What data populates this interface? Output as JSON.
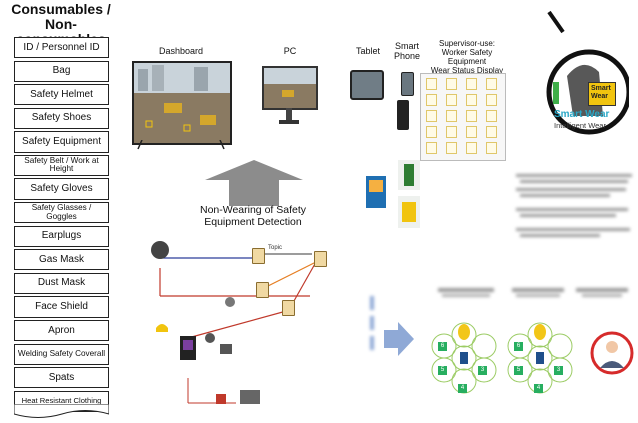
{
  "consumables": {
    "title_line1": "Consumables /",
    "title_line2": "Non-consumables",
    "items": [
      {
        "label": "ID / Personnel ID",
        "size": "normal"
      },
      {
        "label": "Bag",
        "size": "normal"
      },
      {
        "label": "Safety Helmet",
        "size": "normal"
      },
      {
        "label": "Safety Shoes",
        "size": "normal"
      },
      {
        "label": "Safety Equipment",
        "size": "normal"
      },
      {
        "label": "Safety Belt / Work at Height",
        "size": "small"
      },
      {
        "label": "Safety Gloves",
        "size": "normal"
      },
      {
        "label": "Safety Glasses / Goggles",
        "size": "small"
      },
      {
        "label": "Earplugs",
        "size": "normal"
      },
      {
        "label": "Gas Mask",
        "size": "normal"
      },
      {
        "label": "Dust Mask",
        "size": "normal"
      },
      {
        "label": "Face Shield",
        "size": "normal"
      },
      {
        "label": "Apron",
        "size": "normal"
      },
      {
        "label": "Welding Safety Coverall",
        "size": "small"
      },
      {
        "label": "Spats",
        "size": "normal"
      },
      {
        "label": "Heat Resistant Clothing",
        "size": "tiny"
      }
    ]
  },
  "devices": {
    "dashboard": "Dashboard",
    "pc": "PC",
    "tablet": "Tablet",
    "smartphone_line1": "Smart",
    "smartphone_line2": "Phone",
    "supervisor_line1": "Supervisor-use:",
    "supervisor_line2": "Worker Safety Equipment",
    "supervisor_line3": "Wear Status Display"
  },
  "detection": {
    "label_line1": "Non-Wearing of Safety",
    "label_line2": "Equipment Detection"
  },
  "network": {
    "topic": "Topic"
  },
  "smart_wear": {
    "badge_line1": "Smart",
    "badge_line2": "Wear",
    "brand": "Smart Wear",
    "subtitle": "Intelligent Wear"
  },
  "group_chips": [
    "6",
    "3",
    "4",
    "5",
    "6",
    "3",
    "4",
    "5"
  ],
  "colors": {
    "arrow": "#8c8c8c",
    "right_arrow": "#8fa9d6",
    "helmet_yellow": "#f2c618",
    "chip_green": "#27ae60",
    "alert_red": "#d62b2b"
  }
}
